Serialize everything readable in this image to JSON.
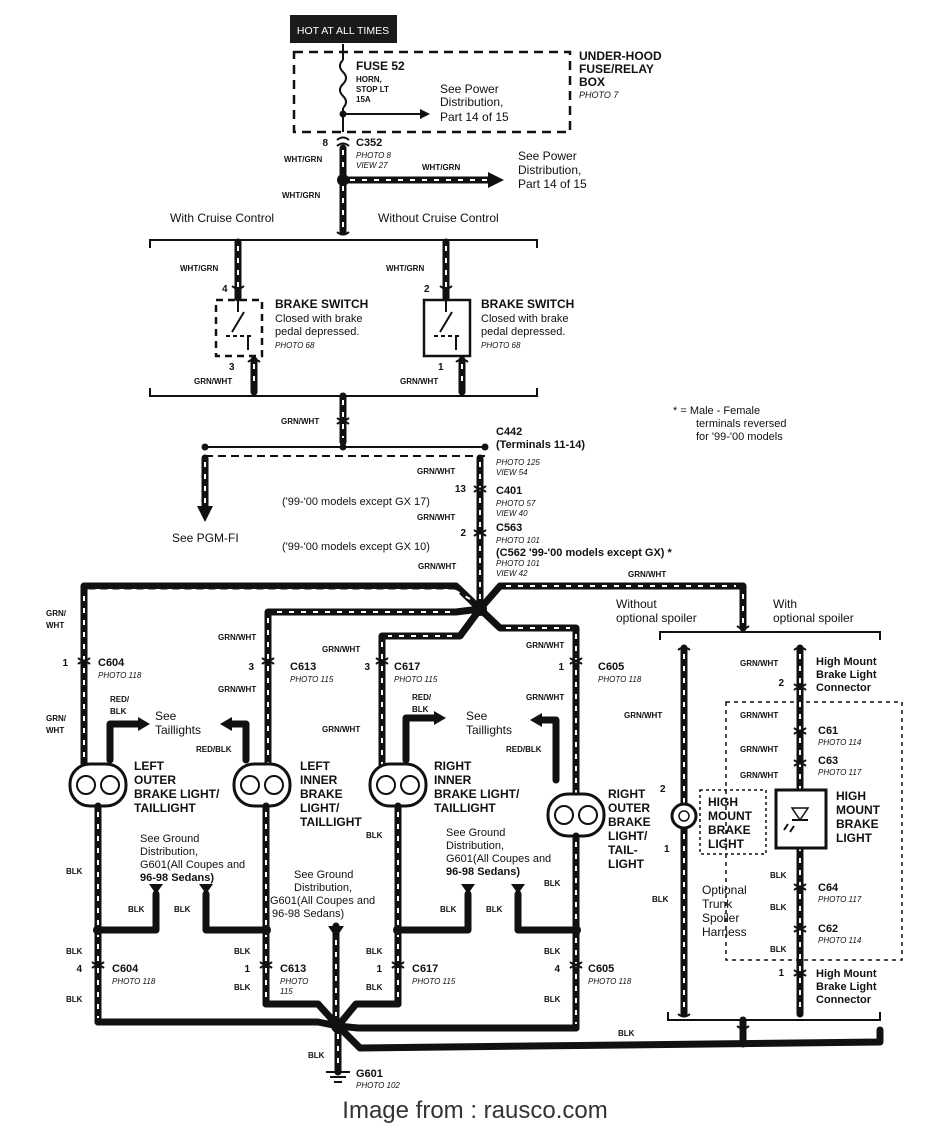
{
  "hot_label": "HOT AT ALL TIMES",
  "fuse_box": {
    "title_line1": "UNDER-HOOD",
    "title_line2": "FUSE/RELAY",
    "title_line3": "BOX",
    "photo": "PHOTO 7"
  },
  "fuse": {
    "name": "FUSE 52",
    "desc1": "HORN,",
    "desc2": "STOP LT",
    "rating": "15A"
  },
  "power_dist_a": {
    "l1": "See Power",
    "l2": "Distribution,",
    "l3": "Part 14 of 15"
  },
  "power_dist_b": {
    "l1": "See Power",
    "l2": "Distribution,",
    "l3": "Part 14 of 15"
  },
  "c352": {
    "pin": "8",
    "name": "C352",
    "photo": "PHOTO 8",
    "view": "VIEW 27"
  },
  "wires": {
    "wg1": "WHT/GRN",
    "wg2": "WHT/GRN",
    "wg3": "WHT/GRN",
    "wg4": "WHT/GRN",
    "wg5": "WHT/GRN",
    "gw1": "GRN/WHT",
    "gw2": "GRN/WHT",
    "gw3": "GRN/WHT",
    "gw4": "GRN/WHT",
    "gw5": "GRN/WHT",
    "gw6": "GRN/WHT",
    "gw7": "GRN/WHT",
    "gw8a": "GRN/",
    "gw8b": "WHT",
    "gw9": "GRN/WHT",
    "gw10": "GRN/WHT",
    "gw11": "GRN/WHT",
    "gw12a": "GRN/",
    "gw12b": "WHT",
    "gw13": "GRN/WHT",
    "gw14": "GRN/WHT",
    "gw15": "GRN/WHT",
    "gw16": "GRN/WHT",
    "gw17": "GRN/WHT",
    "gw18": "GRN/WHT",
    "gw19": "GRN/WHT",
    "gw20": "GRN/WHT",
    "rb1a": "RED/",
    "rb1b": "BLK",
    "rb2": "RED/BLK",
    "rb3a": "RED/",
    "rb3b": "BLK",
    "rb4": "RED/BLK",
    "b1": "BLK",
    "b2": "BLK",
    "b3": "BLK",
    "b4": "BLK",
    "b5": "BLK",
    "b6": "BLK",
    "b7": "BLK",
    "b8": "BLK",
    "b9": "BLK",
    "b10": "BLK",
    "b11": "BLK",
    "b12": "BLK",
    "b13": "BLK",
    "b14": "BLK",
    "b15": "BLK",
    "b16": "BLK",
    "b17": "BLK",
    "b18": "BLK"
  },
  "cruise": {
    "with": "With Cruise Control",
    "without": "Without Cruise Control"
  },
  "brake_sw_1": {
    "pin_top": "4",
    "pin_bot": "3",
    "title": "BRAKE SWITCH",
    "l1": "Closed with brake",
    "l2": "pedal depressed.",
    "photo": "PHOTO 68"
  },
  "brake_sw_2": {
    "pin_top": "2",
    "pin_bot": "1",
    "title": "BRAKE SWITCH",
    "l1": "Closed with brake",
    "l2": "pedal depressed.",
    "photo": "PHOTO 68"
  },
  "note": {
    "l1": "* = Male - Female",
    "l2": "terminals reversed",
    "l3": "for '99-'00 models"
  },
  "c442": {
    "name": "C442",
    "sub": "(Terminals 11-14)",
    "photo": "PHOTO 125",
    "view": "VIEW 54"
  },
  "c401": {
    "pin": "13",
    "name": "C401",
    "photo": "PHOTO 57",
    "view": "VIEW 40",
    "models": "('99-'00 models except GX 17)"
  },
  "c563": {
    "pin": "2",
    "name": "C563",
    "photo": "PHOTO 101",
    "models": "('99-'00 models except GX 10)"
  },
  "c562": {
    "name": "(C562 '99-'00 models except GX) *",
    "photo": "PHOTO 101",
    "view": "VIEW 42"
  },
  "pgm": "See PGM-FI",
  "spoiler": {
    "without1": "Without",
    "without2": "optional spoiler",
    "with1": "With",
    "with2": "optional spoiler"
  },
  "c604_top": {
    "pin": "1",
    "name": "C604",
    "photo": "PHOTO 118"
  },
  "c613_top": {
    "pin": "3",
    "name": "C613",
    "photo": "PHOTO 115"
  },
  "c617_top": {
    "pin": "3",
    "name": "C617",
    "photo": "PHOTO 115"
  },
  "c605_top": {
    "pin": "1",
    "name": "C605",
    "photo": "PHOTO 118"
  },
  "see_tail_1": {
    "l1": "See",
    "l2": "Taillights"
  },
  "see_tail_2": {
    "l1": "See",
    "l2": "Taillights"
  },
  "lights": {
    "lo": [
      "LEFT",
      "OUTER",
      "BRAKE LIGHT/",
      "TAILLIGHT"
    ],
    "li": [
      "LEFT",
      "INNER",
      "BRAKE",
      "LIGHT/",
      "TAILLIGHT"
    ],
    "ri": [
      "RIGHT",
      "INNER",
      "BRAKE LIGHT/",
      "TAILLIGHT"
    ],
    "ro": [
      "RIGHT",
      "OUTER",
      "BRAKE",
      "LIGHT/",
      "TAIL-",
      "LIGHT"
    ]
  },
  "hmbl_conn_top": {
    "pin": "2",
    "l1": "High Mount",
    "l2": "Brake Light",
    "l3": "Connector"
  },
  "hmbl_conn_bot": {
    "pin": "1",
    "l1": "High Mount",
    "l2": "Brake Light",
    "l3": "Connector"
  },
  "c61": {
    "name": "C61",
    "photo": "PHOTO 114"
  },
  "c63": {
    "name": "C63",
    "photo": "PHOTO 117"
  },
  "c64": {
    "name": "C64",
    "photo": "PHOTO 117"
  },
  "c62": {
    "name": "C62",
    "photo": "PHOTO 114"
  },
  "hmbl_spoiler": [
    "HIGH",
    "MOUNT",
    "BRAKE",
    "LIGHT"
  ],
  "hmbl_trunk": {
    "l1": "HIGH",
    "l2": "MOUNT",
    "l3": "BRAKE",
    "l4": "LIGHT",
    "pin_top": "2",
    "pin_bot": "1"
  },
  "trunk_harness": [
    "Optional",
    "Trunk",
    "Spoiler",
    "Harness"
  ],
  "ground_1": [
    "See Ground",
    "Distribution,",
    "G601(All Coupes and",
    "96-98 Sedans)"
  ],
  "ground_2": [
    "See Ground",
    "Distribution,",
    "G601(All Coupes and",
    "96-98 Sedans)"
  ],
  "ground_3": [
    "See Ground",
    "Distribution,",
    "G601(All Coupes and",
    "96-98 Sedans)"
  ],
  "c604_bot": {
    "pin": "4",
    "name": "C604",
    "photo": "PHOTO 118"
  },
  "c613_bot": {
    "pin": "1",
    "name": "C613",
    "photo1": "PHOTO",
    "photo2": "115"
  },
  "c617_bot": {
    "pin": "1",
    "name": "C617",
    "photo": "PHOTO 115"
  },
  "c605_bot": {
    "pin": "4",
    "name": "C605",
    "photo": "PHOTO 118"
  },
  "g601": {
    "name": "G601",
    "photo": "PHOTO 102"
  },
  "footer": "Image from : rausco.com"
}
